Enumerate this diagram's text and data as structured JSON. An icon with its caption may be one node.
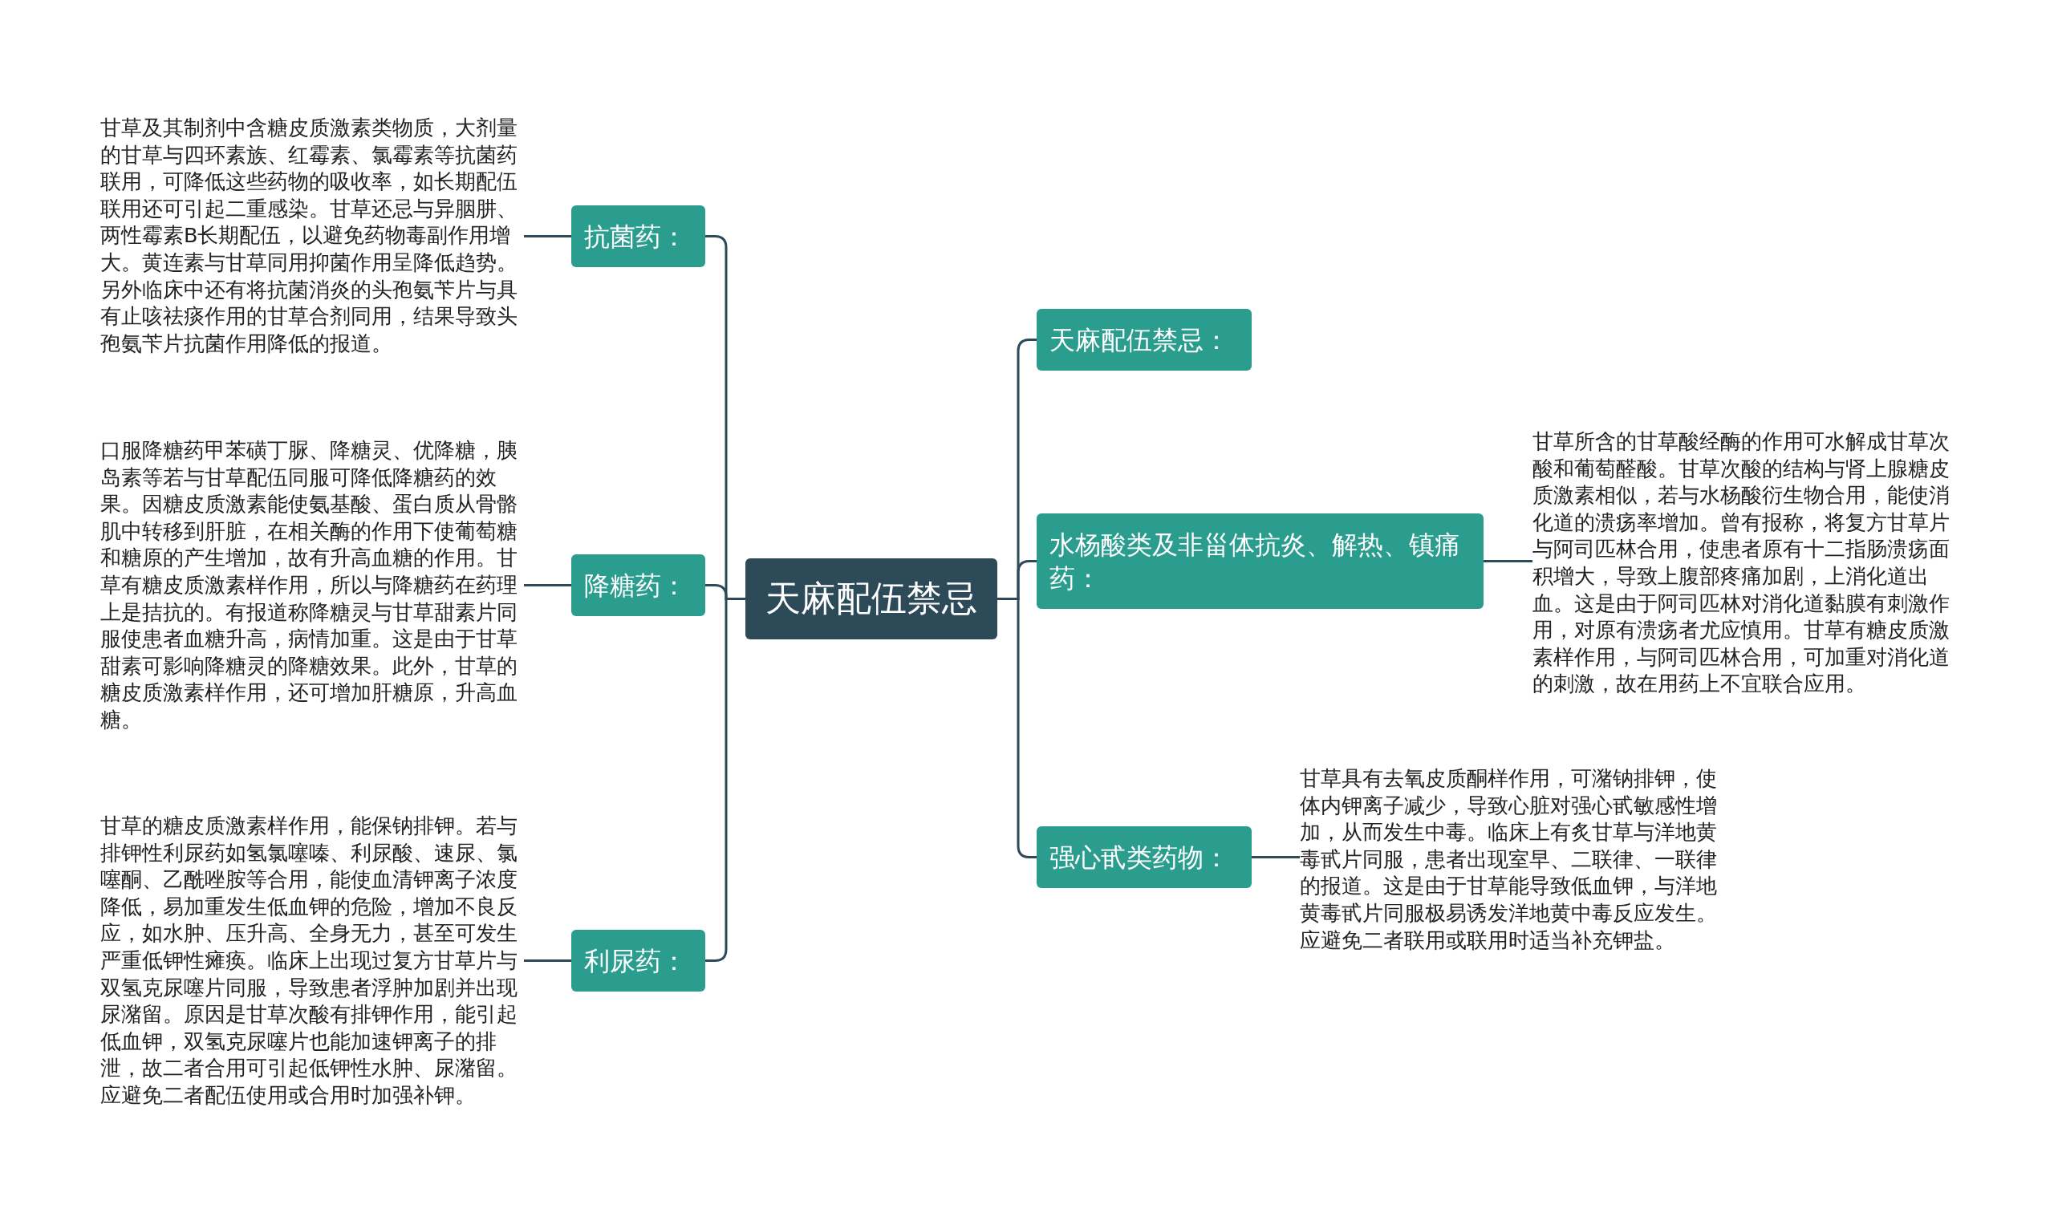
{
  "diagram": {
    "nodes": [
      {
        "text": [
          "天麻配伍禁忌"
        ]
      },
      {
        "text": [
          "抗菌药："
        ]
      },
      {
        "text": [
          "甘草及其制剂中含糖皮质激素类物质，大剂量的甘草与四环素族、红霉素、氯霉素等抗菌药联用，可降低这些药物的吸收率，如长期配伍联用还可引起二重感染。甘草还忌与异胭肼、两性霉素B长期配伍，以避免药物毒副作用增大。黄连素与甘草同用抑菌作用呈降低趋势。另外临床中还有将抗菌消炎的头孢氨苄片与具有止咳祛痰作用的甘草合剂同用，结果导致头孢氨苄片抗菌作用降低的报道。"
        ]
      },
      {
        "text": [
          "降糖药："
        ]
      },
      {
        "text": [
          "口服降糖药甲苯磺丁脲、降糖灵、优降糖，胰岛素等若与甘草配伍同服可降低降糖药的效果。因糖皮质激素能使氨基酸、蛋白质从骨骼肌中转移到肝脏，在相关酶的作用下使葡萄糖和糖原的产生增加，故有升高血糖的作用。甘草有糖皮质激素样作用，所以与降糖药在药理上是拮抗的。有报道称降糖灵与甘草甜素片同服使患者血糖升高，病情加重。这是由于甘草甜素可影响降糖灵的降糖效果。此外，甘草的糖皮质激素样作用，还可增加肝糖原，升高血糖。"
        ]
      },
      {
        "text": [
          "利尿药："
        ]
      },
      {
        "text": [
          "甘草的糖皮质激素样作用，能保钠排钾。若与排钾性利尿药如氢氯噻嗪、利尿酸、速尿、氯噻酮、乙酰唑胺等合用，能使血清钾离子浓度降低，易加重发生低血钾的危险，增加不良反应，如水肿、压升高、全身无力，甚至可发生严重低钾性瘫痪。临床上出现过复方甘草片与双氢克尿噻片同服，导致患者浮肿加剧并出现尿潴留。原因是甘草次酸有排钾作用，能引起低血钾，双氢克尿噻片也能加速钾离子的排泄，故二者合用可引起低钾性水肿、尿潴留。应避免二者配伍使用或合用时加强补钾。"
        ]
      },
      {
        "text": [
          "天麻配伍禁忌："
        ]
      },
      {
        "text": [
          "水杨酸类及非甾体抗炎、解热、镇痛药："
        ]
      },
      {
        "text": [
          "甘草所含的甘草酸经酶的作用可水解成甘草次酸和葡萄醛酸。甘草次酸的结构与肾上腺糖皮质激素相似，若与水杨酸衍生物合用，能使消化道的溃疡率增加。曾有报称，将复方甘草片与阿司匹林合用，使患者原有十二指肠溃疡面积增大，导致上腹部疼痛加剧，上消化道出血。这是由于阿司匹林对消化道黏膜有刺激作用，对原有溃疡者尤应慎用。甘草有糖皮质激素样作用，与阿司匹林合用，可加重对消化道的刺激，故在用药上不宜联合应用。"
        ]
      },
      {
        "text": [
          "强心甙类药物："
        ]
      },
      {
        "text": [
          "甘草具有去氧皮质酮样作用，可潴钠排钾，使体内钾离子减少，导致心脏对强心甙敏感性增加，从而发生中毒。临床上有炙甘草与洋地黄毒甙片同服，患者出现室早、二联律、一联律的报道。这是由于甘草能导致低血钾，与洋地黄毒甙片同服极易诱发洋地黄中毒反应发生。应避免二者联用或联用时适当补充钾盐。"
        ]
      }
    ],
    "edges": [
      {
        "from": 0,
        "to": 1,
        "arrow": "none"
      },
      {
        "from": 1,
        "to": 2,
        "arrow": "none"
      },
      {
        "from": 0,
        "to": 3,
        "arrow": "none"
      },
      {
        "from": 3,
        "to": 4,
        "arrow": "none"
      },
      {
        "from": 0,
        "to": 5,
        "arrow": "none"
      },
      {
        "from": 5,
        "to": 6,
        "arrow": "none"
      },
      {
        "from": 0,
        "to": 7,
        "arrow": "none"
      },
      {
        "from": 0,
        "to": 8,
        "arrow": "none"
      },
      {
        "from": 8,
        "to": 9,
        "arrow": "none"
      },
      {
        "from": 0,
        "to": 10,
        "arrow": "none"
      },
      {
        "from": 10,
        "to": 11,
        "arrow": "none"
      }
    ]
  }
}
